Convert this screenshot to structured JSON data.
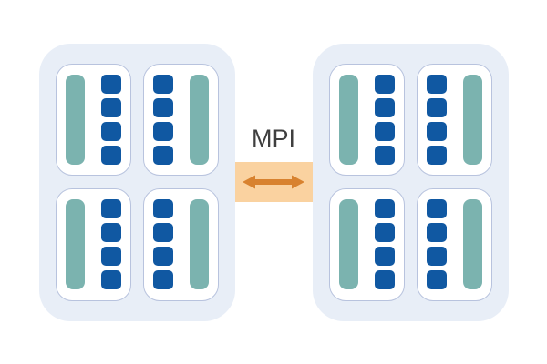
{
  "diagram": {
    "type": "two-node-mpi-interconnect",
    "link": {
      "label": "MPI"
    },
    "colors": {
      "node_background": "#e8eef7",
      "socket_background": "#ffffff",
      "socket_border": "#b8c3de",
      "memory_bar": "#7bb3af",
      "core_square": "#1058a2",
      "link_band": "#fad2a0",
      "link_arrow": "#d8822f",
      "label_text": "#3f3f3f"
    },
    "nodes": [
      {
        "id": "node-left",
        "sockets": [
          {
            "orientation": "bar-left",
            "cores": 4
          },
          {
            "orientation": "bar-right",
            "cores": 4
          },
          {
            "orientation": "bar-left",
            "cores": 4
          },
          {
            "orientation": "bar-right",
            "cores": 4
          }
        ]
      },
      {
        "id": "node-right",
        "sockets": [
          {
            "orientation": "bar-left",
            "cores": 4
          },
          {
            "orientation": "bar-right",
            "cores": 4
          },
          {
            "orientation": "bar-left",
            "cores": 4
          },
          {
            "orientation": "bar-right",
            "cores": 4
          }
        ]
      }
    ]
  }
}
